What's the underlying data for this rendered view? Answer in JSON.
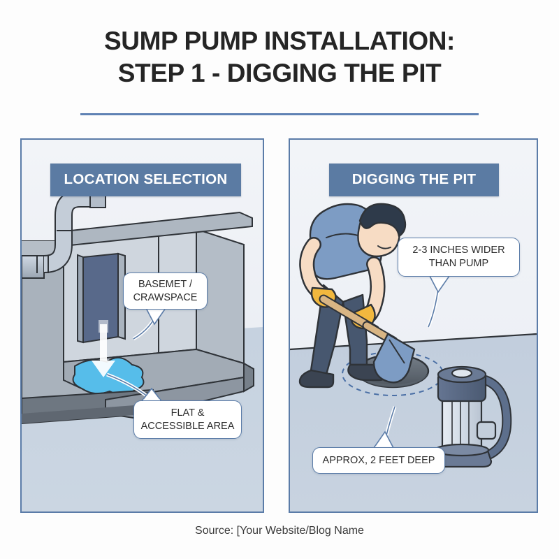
{
  "title": {
    "line1": "SUMP PUMP INSTALLATION:",
    "line2": "STEP 1 - DIGGING THE PIT"
  },
  "panels": {
    "left": {
      "badge": "LOCATION SELECTION",
      "callouts": [
        {
          "line1": "BASEMET /",
          "line2": "CRAWSPACE"
        },
        {
          "line1": "FLAT &",
          "line2": "ACCESSIBLE AREA"
        }
      ]
    },
    "right": {
      "badge": "DIGGING THE PIT",
      "callouts": [
        {
          "line1": "2-3 INCHES WIDER",
          "line2": "THAN PUMP"
        },
        {
          "line1": "APPROX, 2 FEET DEEP",
          "line2": ""
        }
      ]
    }
  },
  "footer": {
    "source": "Source: [Your Website/Blog Name"
  },
  "colors": {
    "accent_blue": "#5b7ca8",
    "badge_blue": "#5b7ba3",
    "rule_blue": "#5f82b4",
    "panel_bg": "#eef1f7",
    "floor_blue": "#c2cedd",
    "wall_gray": "#b9c2cd",
    "concrete": "#9aa3ad",
    "concrete_dark": "#6e7781",
    "water_cyan": "#56bdea",
    "shirt_blue": "#7d9cc4",
    "pants_navy": "#47576f",
    "glove_yellow": "#f2b83e",
    "skin": "#f7dcc4",
    "hair_dark": "#2e3a4a",
    "pump_body": "#d9e1ea",
    "pump_cap": "#56657c",
    "text_dark": "#252525"
  },
  "icons": {
    "water_arrow": "down-arrow-icon",
    "pit_outline": "dashed-ellipse-icon"
  }
}
